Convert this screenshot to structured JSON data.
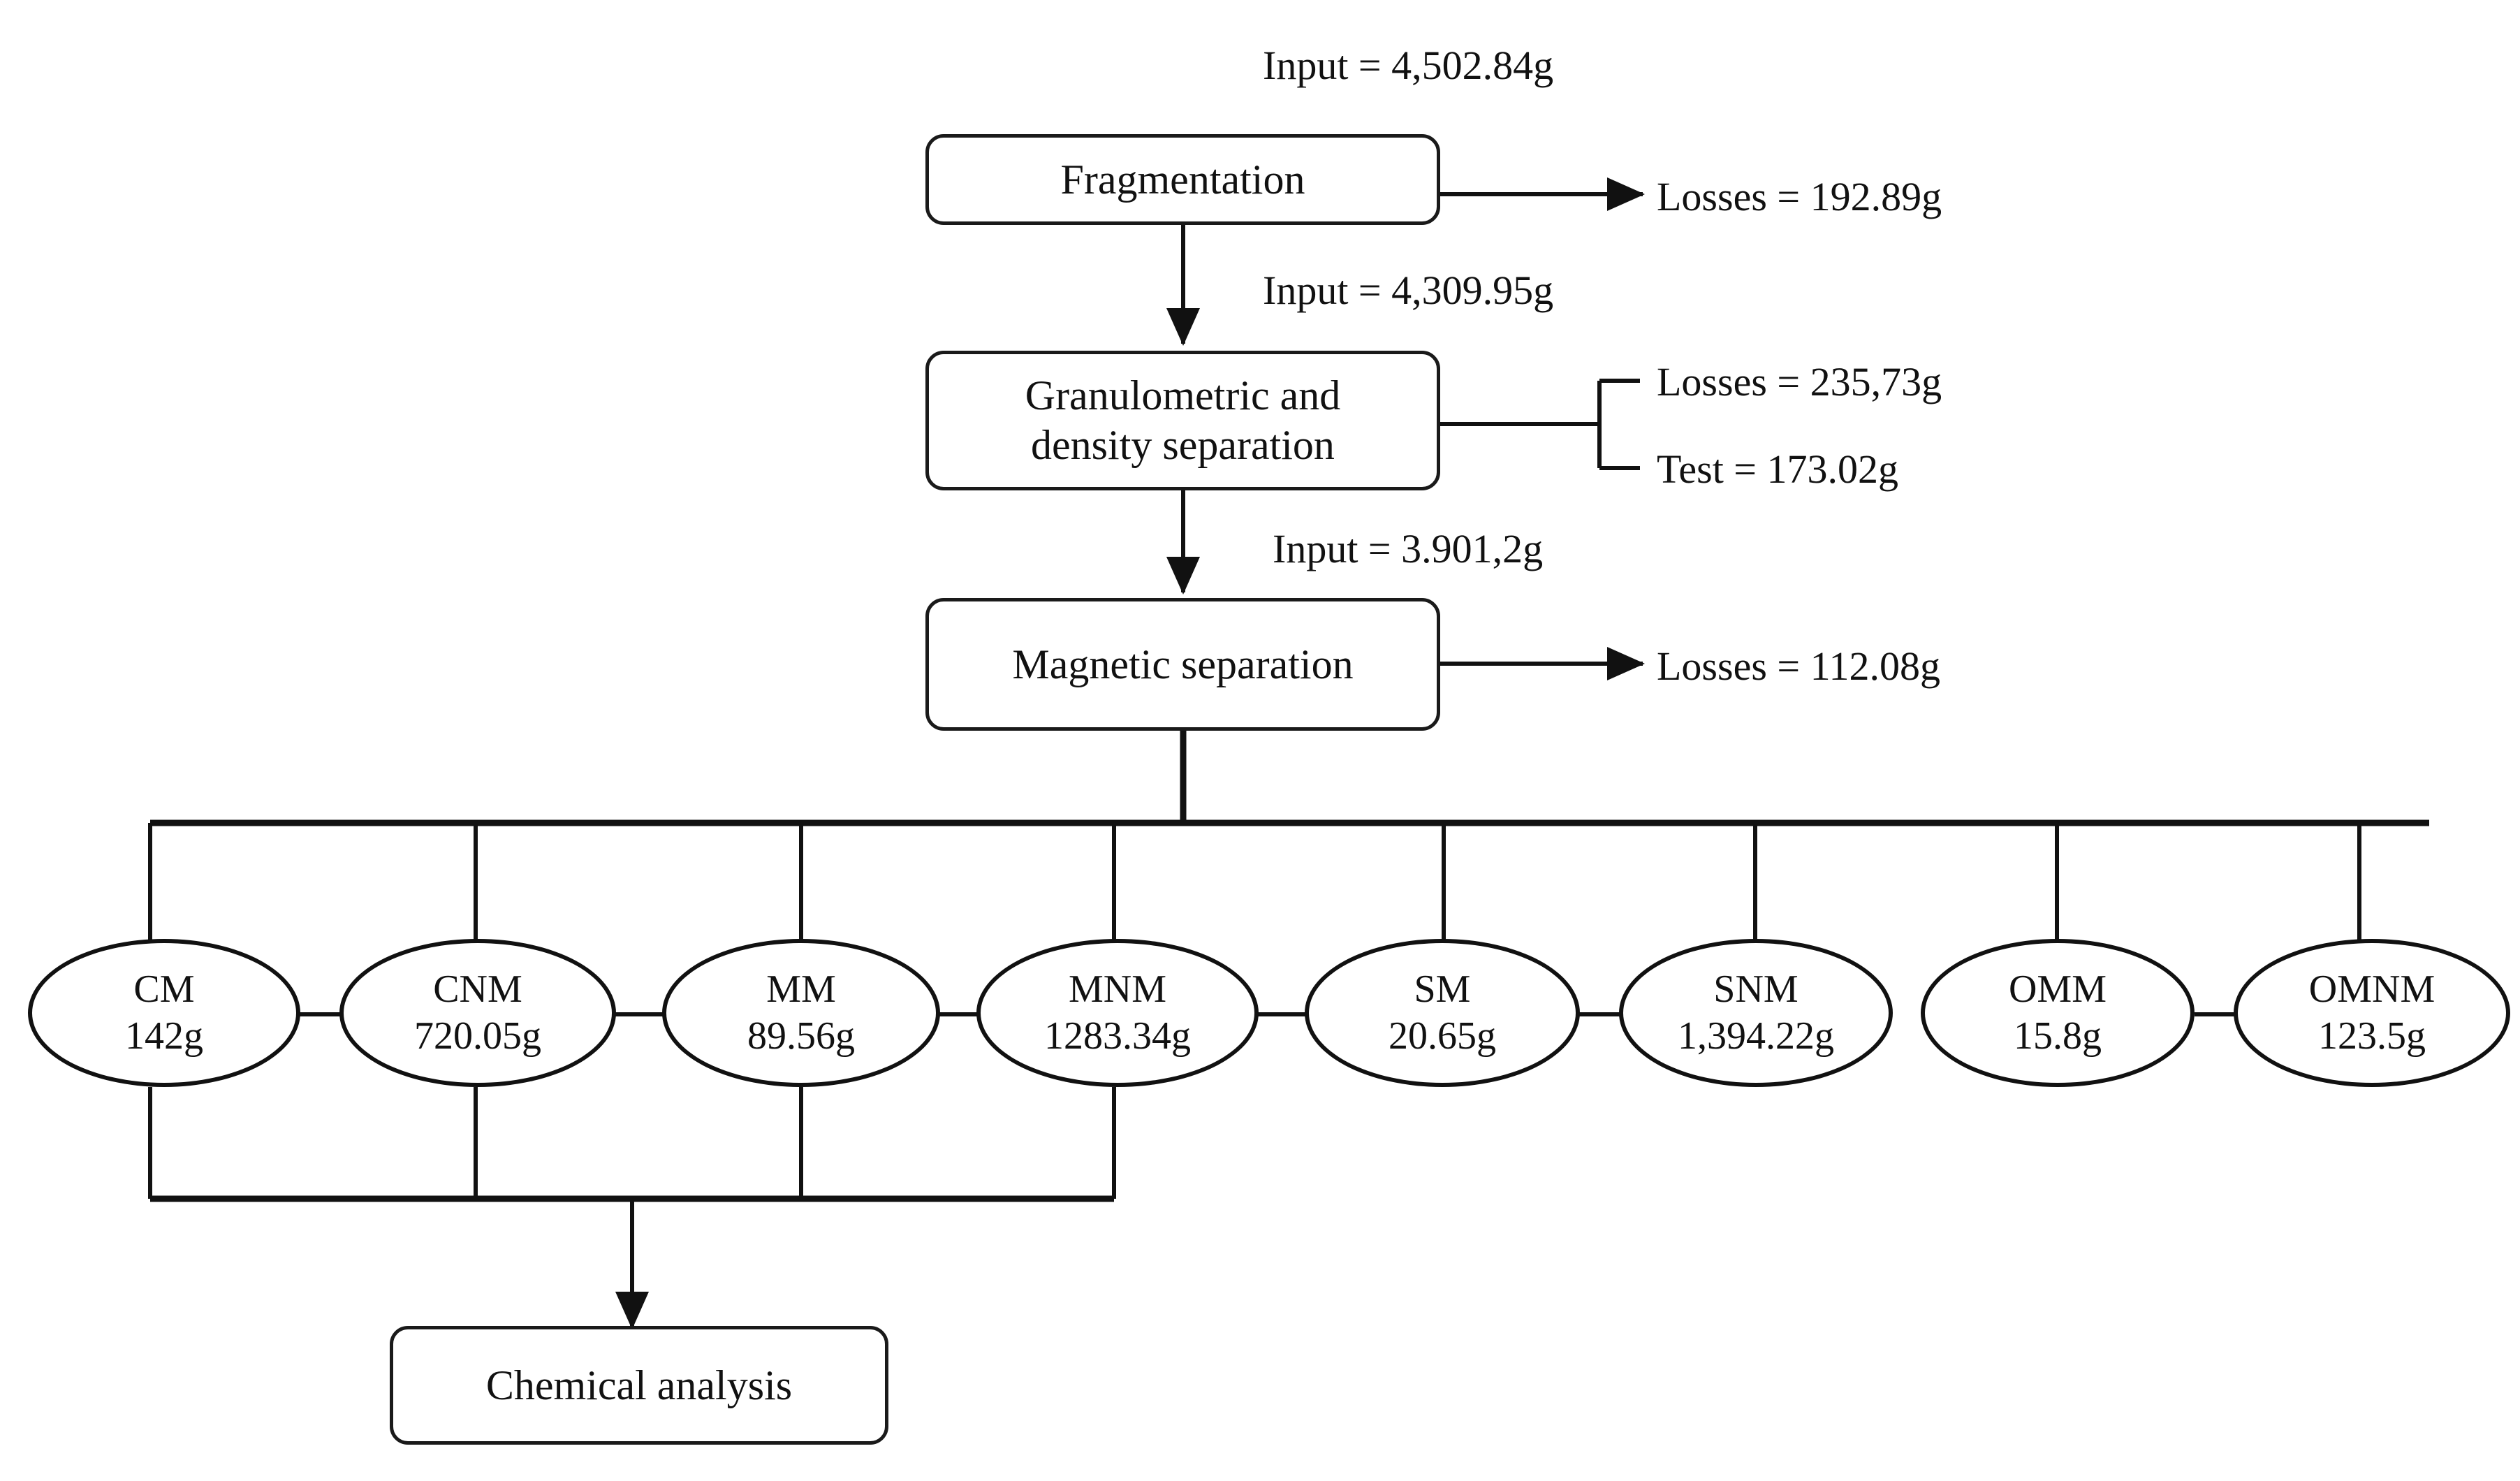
{
  "diagram": {
    "title_input": "Input = 4,502.84g",
    "process_steps": [
      {
        "id": "fragmentation",
        "label": "Fragmentation"
      },
      {
        "id": "granulometric",
        "label": "Granulometric and\ndensity separation"
      },
      {
        "id": "magnetic",
        "label": "Magnetic separation"
      },
      {
        "id": "chemical",
        "label": "Chemical analysis"
      }
    ],
    "flow_labels": [
      {
        "id": "input-1",
        "text": "Input = 4,502.84g"
      },
      {
        "id": "input-2",
        "text": "Input = 4,309.95g"
      },
      {
        "id": "input-3",
        "text": "Input = 3.901,2g"
      }
    ],
    "side_outputs": [
      {
        "id": "losses-fragmentation",
        "text": "Losses = 192.89g"
      },
      {
        "id": "losses-granulometric",
        "text": "Losses = 235,73g"
      },
      {
        "id": "test-granulometric",
        "text": "Test = 173.02g"
      },
      {
        "id": "losses-magnetic",
        "text": "Losses = 112.08g"
      }
    ],
    "fractions": [
      {
        "code": "CM",
        "mass": "142g"
      },
      {
        "code": "CNM",
        "mass": "720.05g"
      },
      {
        "code": "MM",
        "mass": "89.56g"
      },
      {
        "code": "MNM",
        "mass": "1283.34g"
      },
      {
        "code": "SM",
        "mass": "20.65g"
      },
      {
        "code": "SNM",
        "mass": "1,394.22g"
      },
      {
        "code": "OMM",
        "mass": "15.8g"
      },
      {
        "code": "OMNM",
        "mass": "123.5g"
      }
    ],
    "colors": {
      "line": "#111111",
      "background": "#ffffff",
      "text": "#111111"
    }
  }
}
